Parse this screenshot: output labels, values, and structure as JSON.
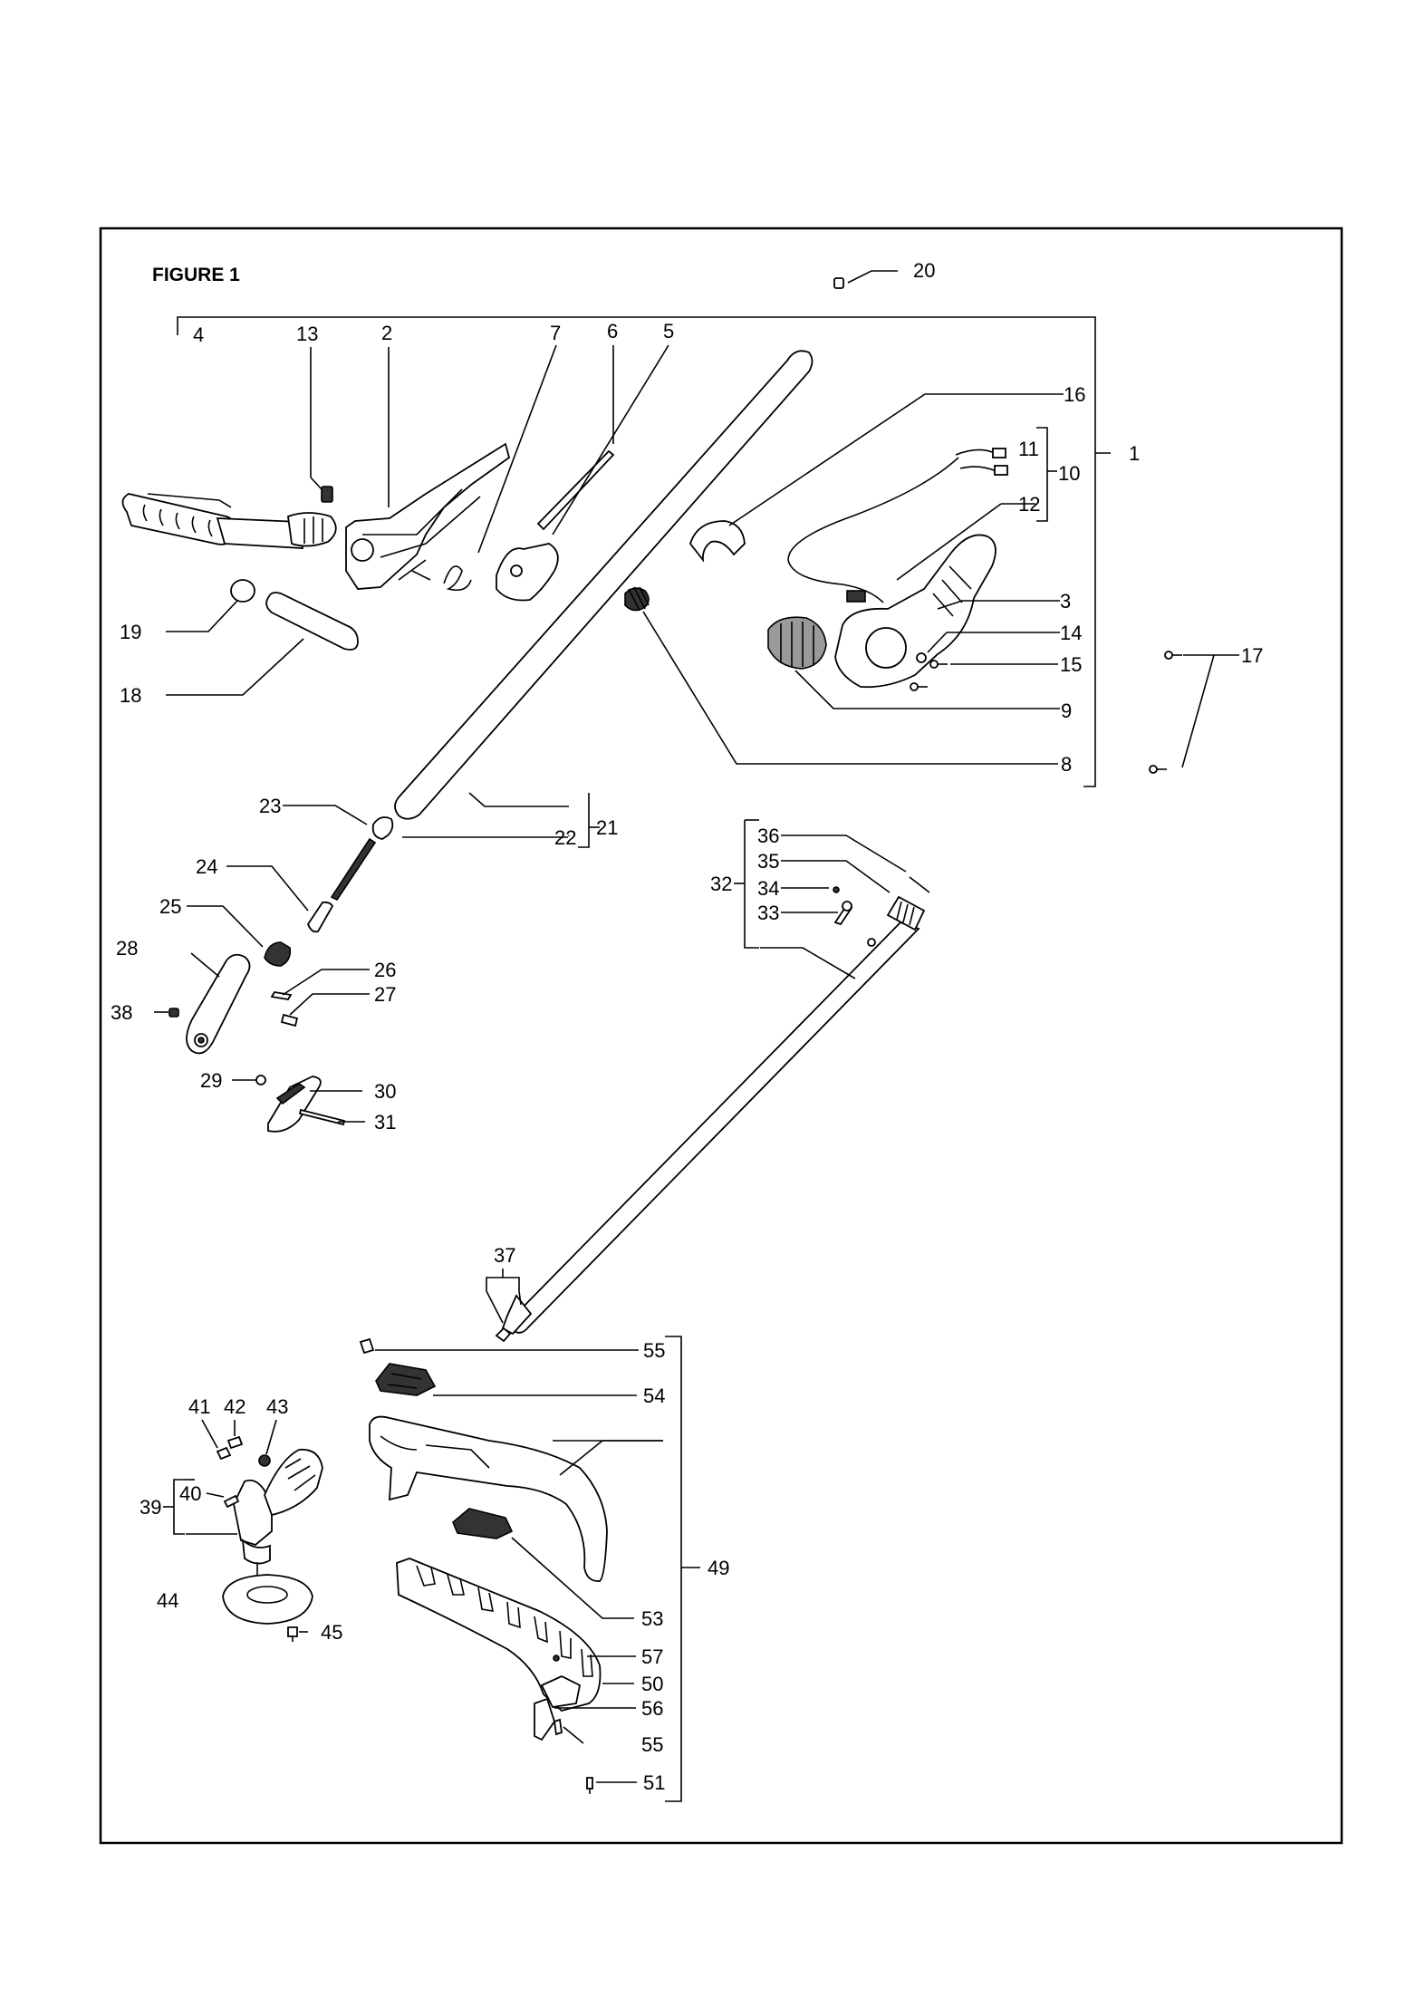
{
  "figure_title": "FIGURE 1",
  "callouts": {
    "p1": "1",
    "p2": "2",
    "p3": "3",
    "p4": "4",
    "p5": "5",
    "p6": "6",
    "p7": "7",
    "p8": "8",
    "p9": "9",
    "p10": "10",
    "p11": "11",
    "p12": "12",
    "p13": "13",
    "p14": "14",
    "p15": "15",
    "p16": "16",
    "p17": "17",
    "p18": "18",
    "p19": "19",
    "p20": "20",
    "p21": "21",
    "p22": "22",
    "p23": "23",
    "p24": "24",
    "p25": "25",
    "p26": "26",
    "p27": "27",
    "p28": "28",
    "p29": "29",
    "p30": "30",
    "p31": "31",
    "p32": "32",
    "p33": "33",
    "p34": "34",
    "p35": "35",
    "p36": "36",
    "p37": "37",
    "p38": "38",
    "p39": "39",
    "p40": "40",
    "p41": "41",
    "p42": "42",
    "p43": "43",
    "p44": "44",
    "p45": "45",
    "p49": "49",
    "p50": "50",
    "p51": "51",
    "p53": "53",
    "p54": "54",
    "p55a": "55",
    "p55b": "55",
    "p56": "56",
    "p57": "57"
  }
}
